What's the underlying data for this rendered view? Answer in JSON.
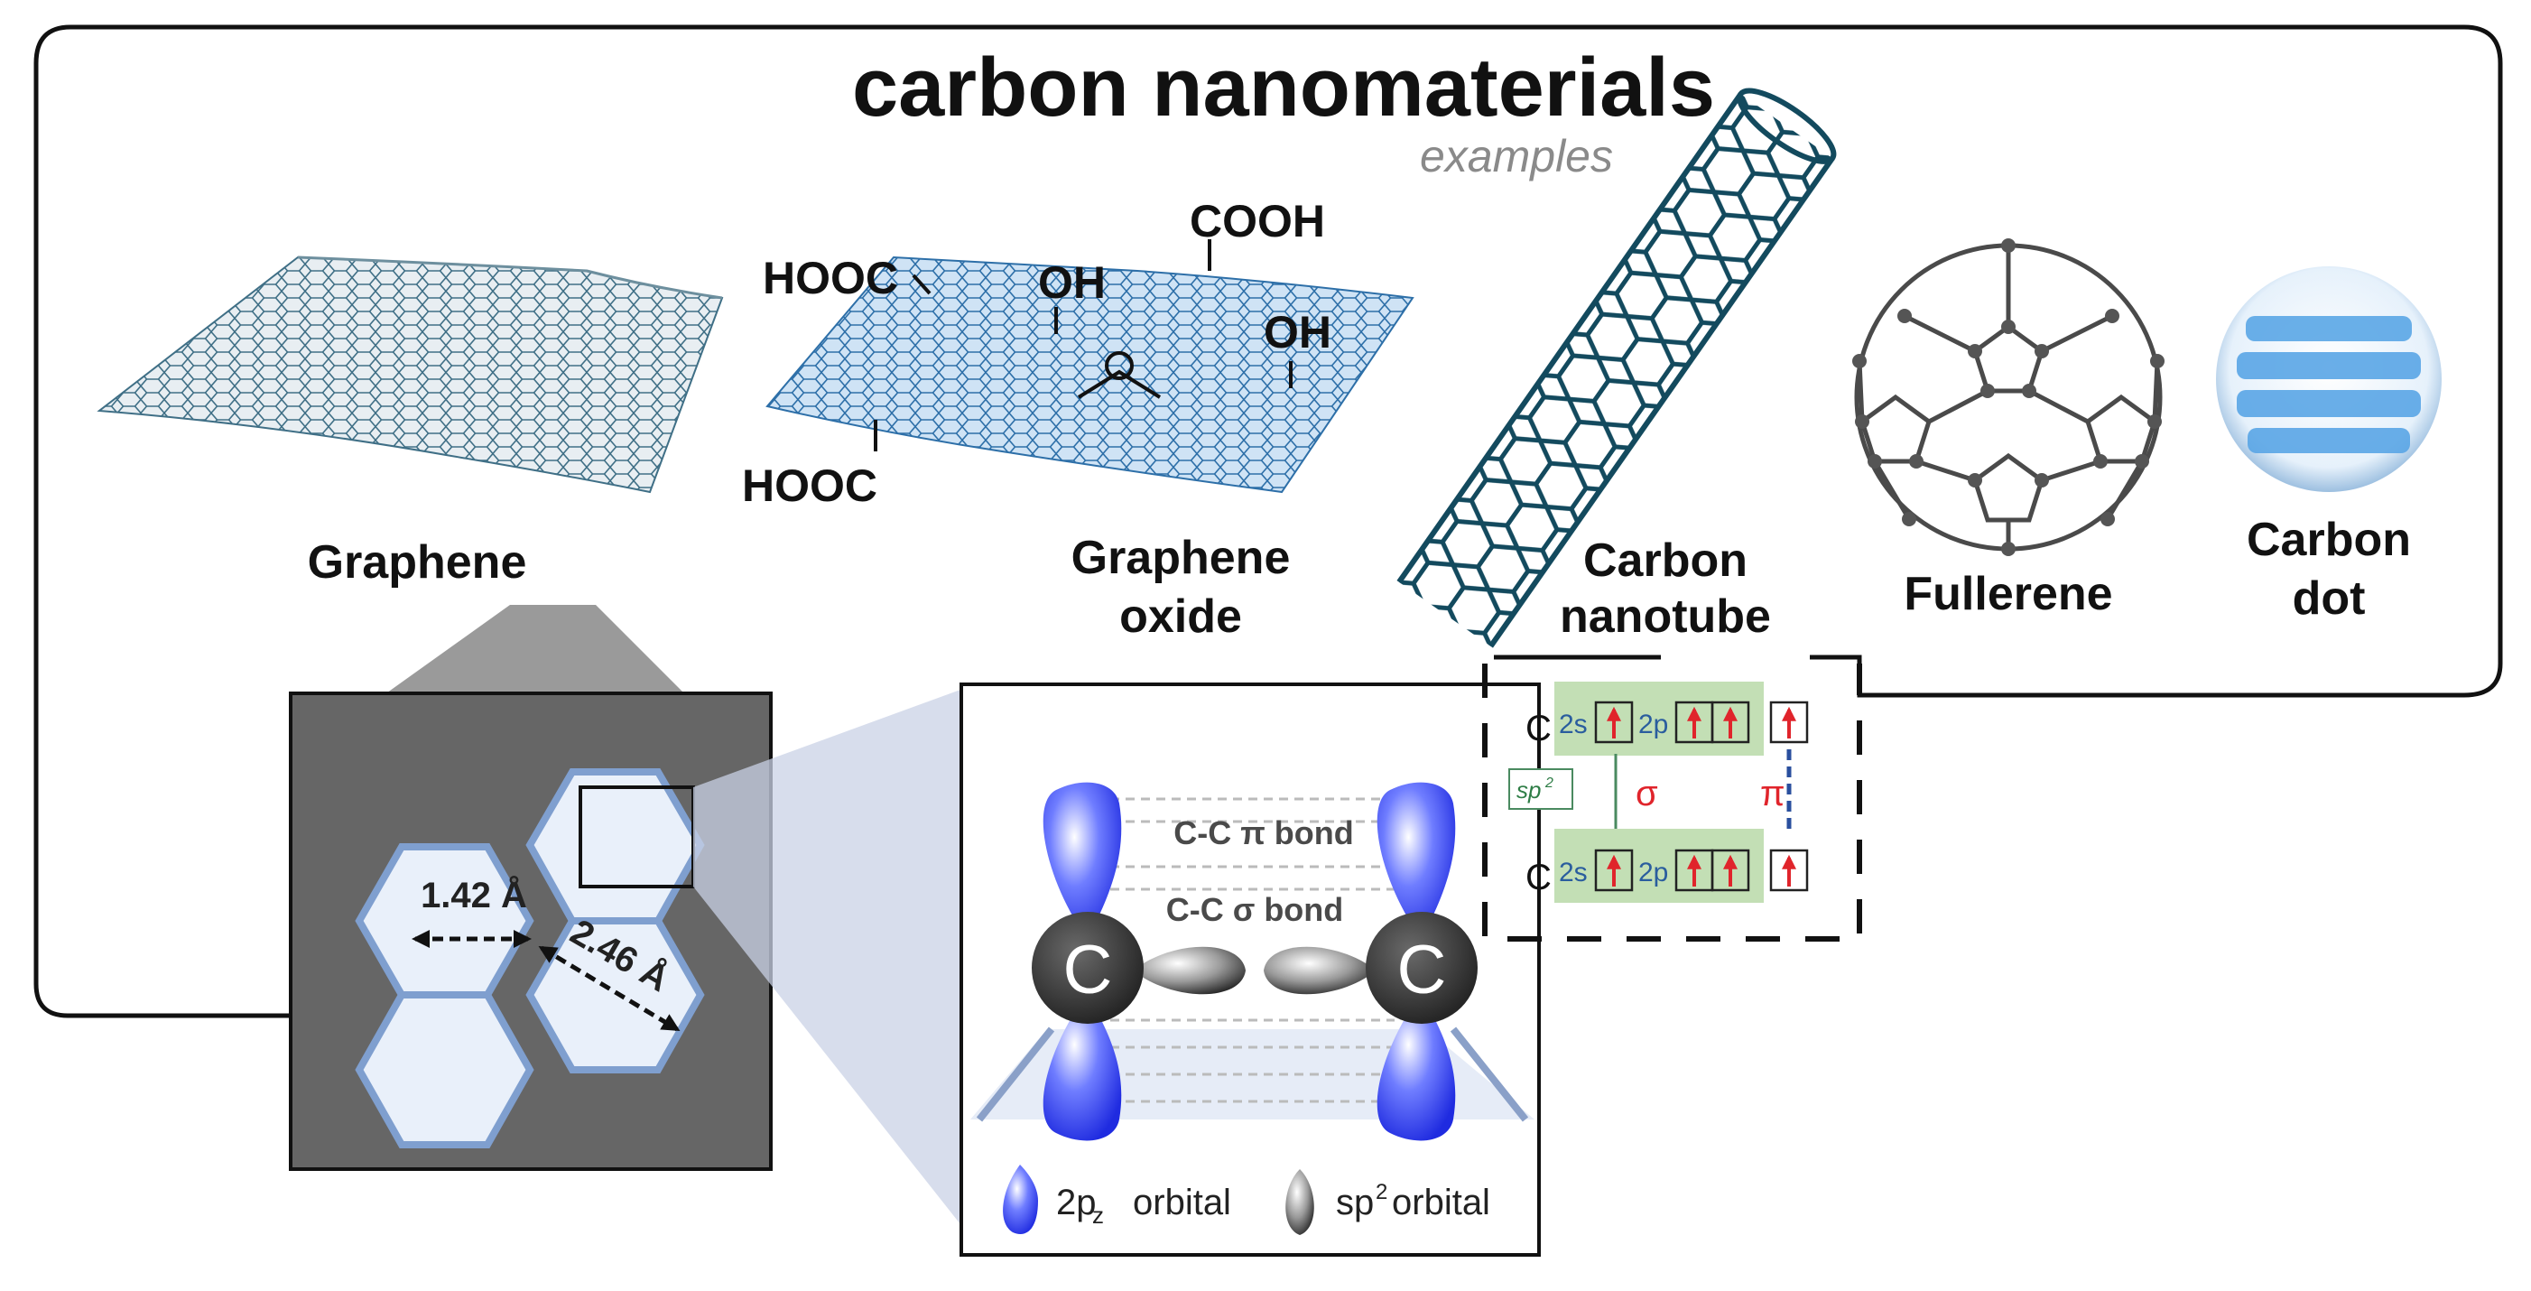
{
  "title": "carbon nanomaterials",
  "subtitle": "examples",
  "materials": {
    "graphene": "Graphene",
    "graphene_oxide_line1": "Graphene",
    "graphene_oxide_line2": "oxide",
    "carbon_nanotube_line1": "Carbon",
    "carbon_nanotube_line2": "nanotube",
    "fullerene": "Fullerene",
    "carbon_dot_line1": "Carbon",
    "carbon_dot_line2": "dot"
  },
  "functional_groups": {
    "hooc_top": "HOOC",
    "oh_left": "OH",
    "cooh": "COOH",
    "oh_right": "OH",
    "hooc_bottom": "HOOC"
  },
  "lattice": {
    "bond_length": "1.42 Å",
    "lattice_constant": "2.46 Å"
  },
  "bonding": {
    "atom_symbol": "C",
    "pi_bond": "C-C π bond",
    "sigma_bond": "C-C σ bond",
    "legend_pz": "orbital",
    "legend_sp2": "orbital",
    "legend_pz_prefix": "2p",
    "legend_pz_sub": "z",
    "legend_sp2_prefix": "sp",
    "legend_sp2_sup": "2"
  },
  "orbital_diagram": {
    "atom": "C",
    "s_label": "2s",
    "p_label": "2p",
    "hybrid_label": "sp",
    "hybrid_sup": "2",
    "sigma": "σ",
    "pi": "π"
  },
  "colors": {
    "frame": "#111111",
    "graphene": "#3f6f86",
    "graphene_oxide": "#5d9fd1",
    "nanotube": "#134a5e",
    "panel_dark": "#666666",
    "hex_fill": "#e9f0fa",
    "hex_edge": "#7f9fcf",
    "pz_orbital": "#3346ff",
    "red_arrow": "#e0242b",
    "green_box": "#b9d9a8"
  }
}
